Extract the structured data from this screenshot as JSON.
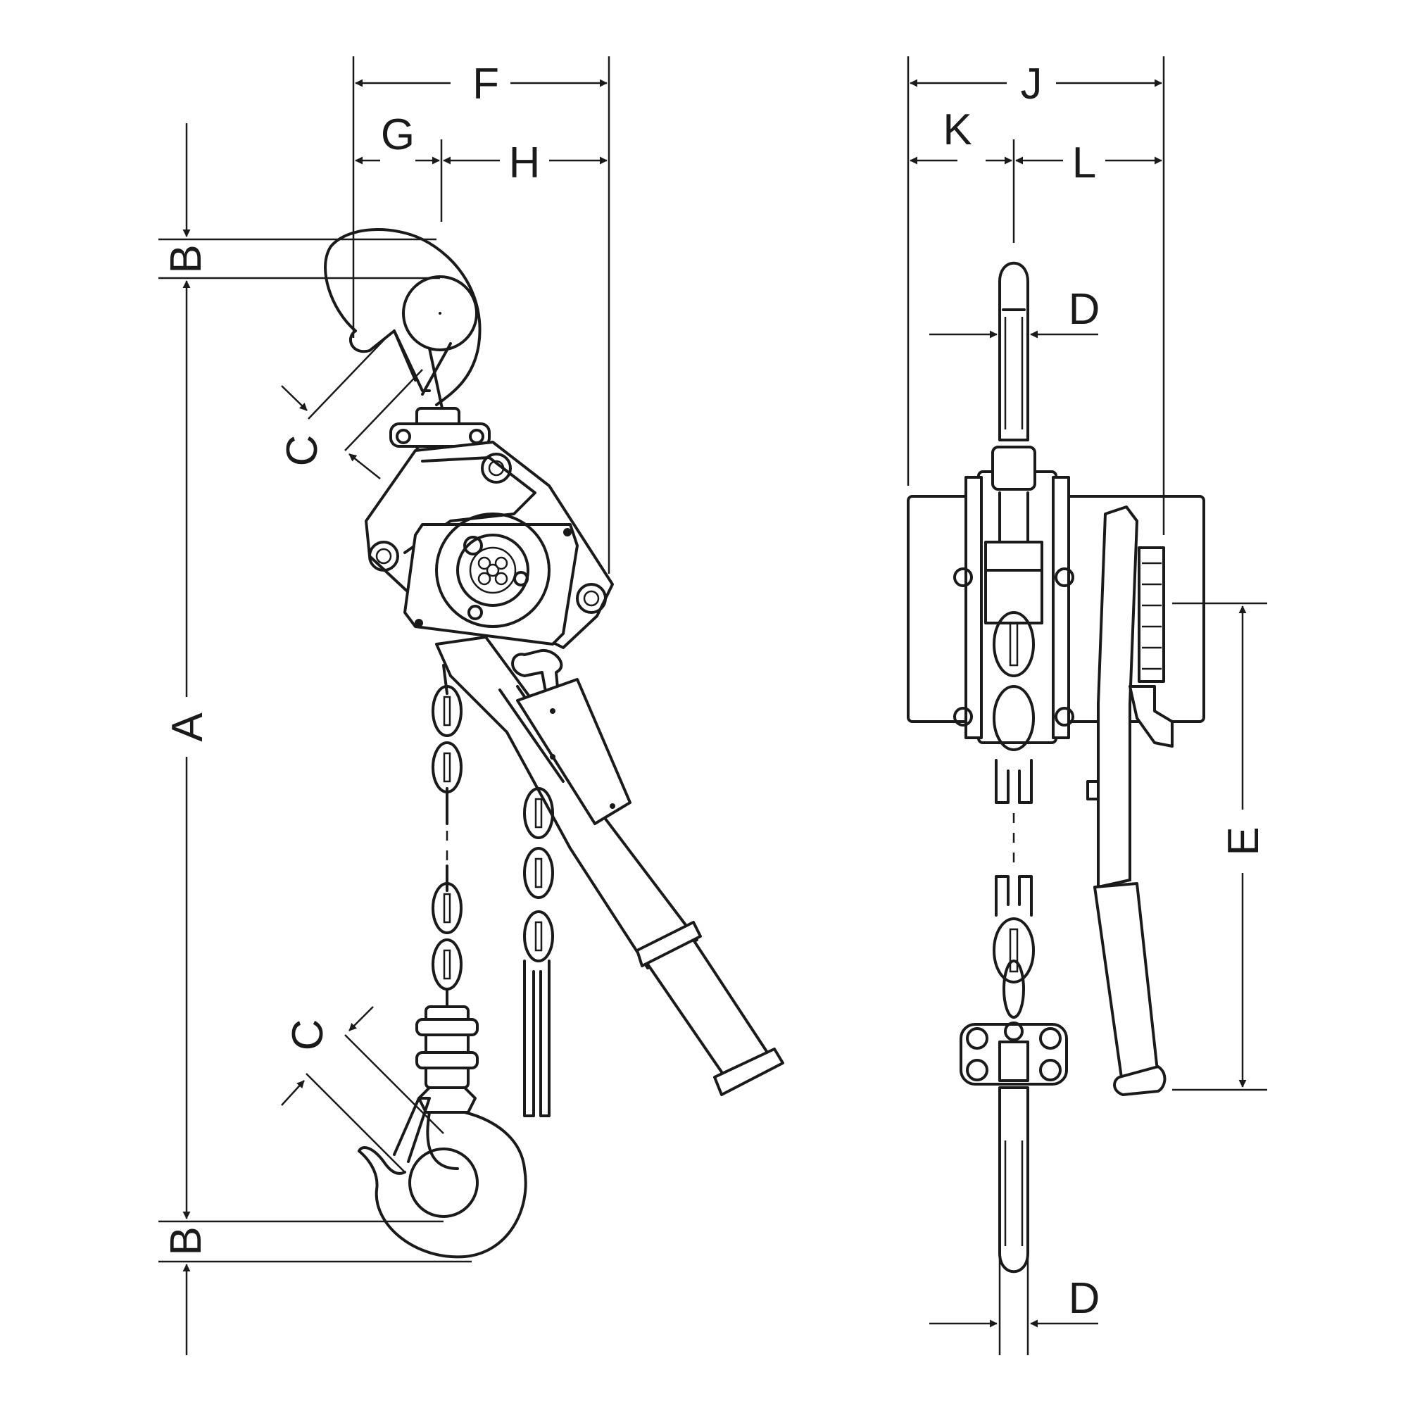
{
  "labels": {
    "F": "F",
    "G": "G",
    "H": "H",
    "B_top": "B",
    "A": "A",
    "B_bottom": "B",
    "C_upper": "C",
    "C_lower": "C",
    "J": "J",
    "K": "K",
    "L": "L",
    "D_upper": "D",
    "D_lower": "D",
    "E": "E"
  },
  "colors": {
    "line": "#1a1a1a",
    "background": "#ffffff"
  }
}
